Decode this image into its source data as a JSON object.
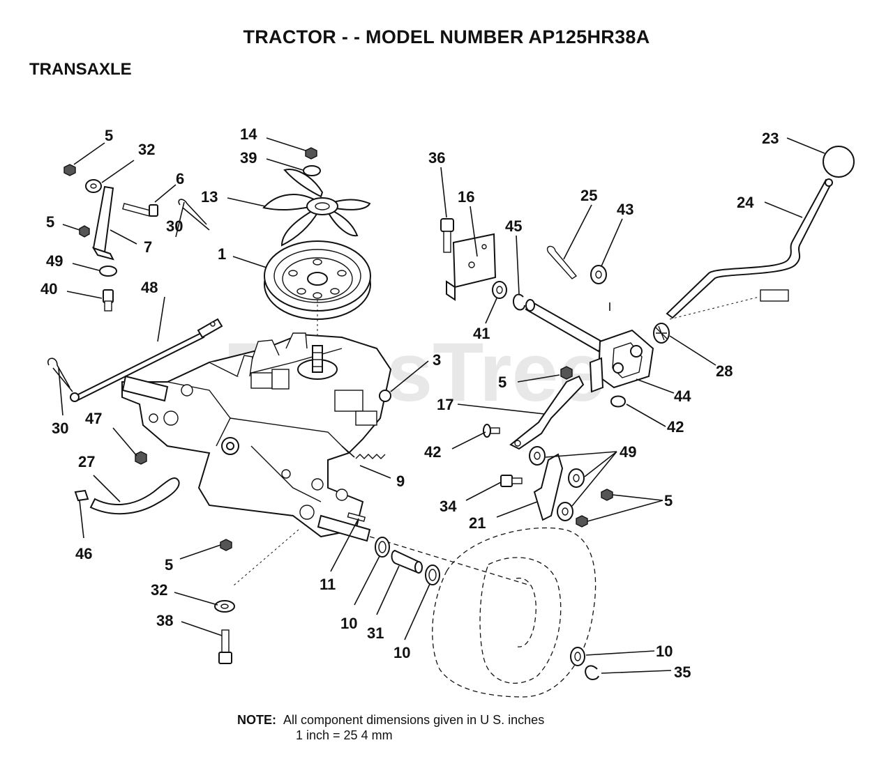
{
  "title": "TRACTOR - - MODEL NUMBER AP125HR38A",
  "section": "TRANSAXLE",
  "watermark": "PartsTree",
  "note": {
    "label": "NOTE:",
    "line1": "All component dimensions given in U S. inches",
    "line2": "1 inch = 25 4 mm"
  },
  "callouts": [
    {
      "id": "c-5a",
      "text": "5"
    },
    {
      "id": "c-32a",
      "text": "32"
    },
    {
      "id": "c-6",
      "text": "6"
    },
    {
      "id": "c-5b",
      "text": "5"
    },
    {
      "id": "c-7",
      "text": "7"
    },
    {
      "id": "c-30a",
      "text": "30"
    },
    {
      "id": "c-49a",
      "text": "49"
    },
    {
      "id": "c-40",
      "text": "40"
    },
    {
      "id": "c-48",
      "text": "48"
    },
    {
      "id": "c-14",
      "text": "14"
    },
    {
      "id": "c-39",
      "text": "39"
    },
    {
      "id": "c-13",
      "text": "13"
    },
    {
      "id": "c-1",
      "text": "1"
    },
    {
      "id": "c-3",
      "text": "3"
    },
    {
      "id": "c-30b",
      "text": "30"
    },
    {
      "id": "c-47",
      "text": "47"
    },
    {
      "id": "c-27",
      "text": "27"
    },
    {
      "id": "c-46",
      "text": "46"
    },
    {
      "id": "c-9",
      "text": "9"
    },
    {
      "id": "c-5c",
      "text": "5"
    },
    {
      "id": "c-32b",
      "text": "32"
    },
    {
      "id": "c-38",
      "text": "38"
    },
    {
      "id": "c-11",
      "text": "11"
    },
    {
      "id": "c-10a",
      "text": "10"
    },
    {
      "id": "c-31",
      "text": "31"
    },
    {
      "id": "c-10b",
      "text": "10"
    },
    {
      "id": "c-36",
      "text": "36"
    },
    {
      "id": "c-16",
      "text": "16"
    },
    {
      "id": "c-45",
      "text": "45"
    },
    {
      "id": "c-41",
      "text": "41"
    },
    {
      "id": "c-25",
      "text": "25"
    },
    {
      "id": "c-43",
      "text": "43"
    },
    {
      "id": "c-23",
      "text": "23"
    },
    {
      "id": "c-24",
      "text": "24"
    },
    {
      "id": "c-28",
      "text": "28"
    },
    {
      "id": "c-5d",
      "text": "5"
    },
    {
      "id": "c-44",
      "text": "44"
    },
    {
      "id": "c-17",
      "text": "17"
    },
    {
      "id": "c-42a",
      "text": "42"
    },
    {
      "id": "c-42b",
      "text": "42"
    },
    {
      "id": "c-49b",
      "text": "49"
    },
    {
      "id": "c-34",
      "text": "34"
    },
    {
      "id": "c-5e",
      "text": "5"
    },
    {
      "id": "c-21",
      "text": "21"
    },
    {
      "id": "c-10c",
      "text": "10"
    },
    {
      "id": "c-35",
      "text": "35"
    }
  ]
}
